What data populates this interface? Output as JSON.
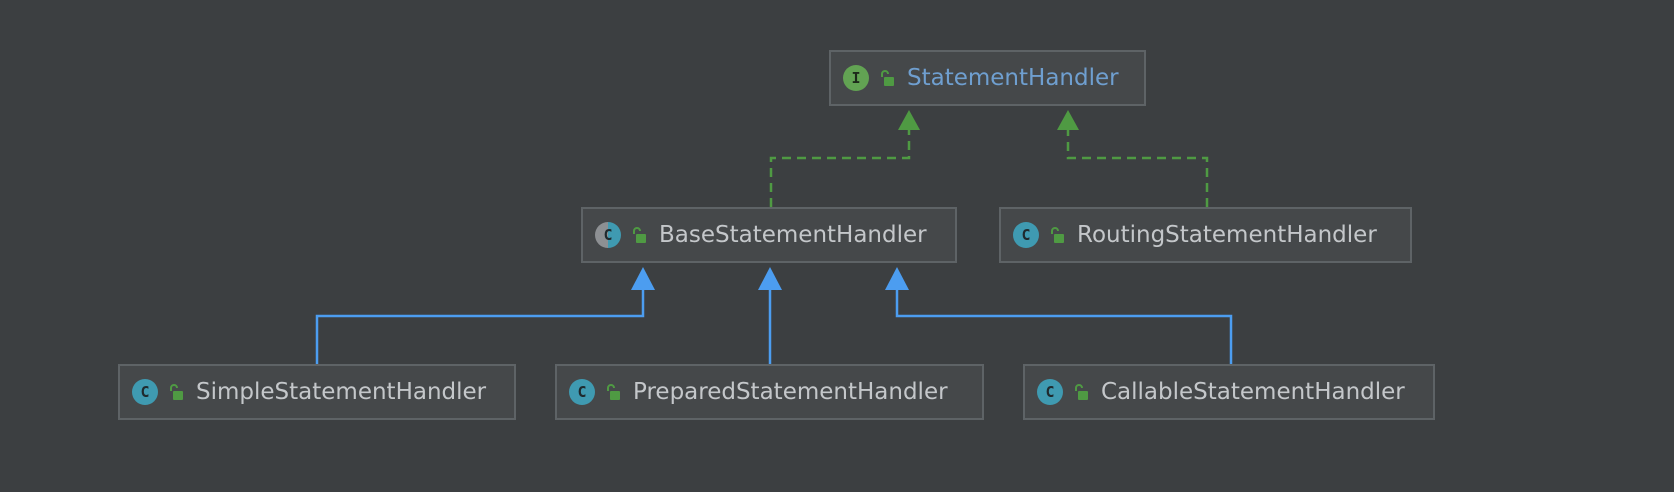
{
  "colors": {
    "background": "#3c3f41",
    "node_fill": "#45484a",
    "node_border": "#5e6366",
    "implements_edge": "#4f9a43",
    "extends_edge": "#4c9df0",
    "interface_label": "#6f9fd0",
    "class_label": "#c4c7ca"
  },
  "nodes": {
    "statement_handler": {
      "label": "StatementHandler",
      "kind_badge": "I",
      "kind": "interface"
    },
    "base_statement_handler": {
      "label": "BaseStatementHandler",
      "kind_badge": "C",
      "kind": "abstract-class"
    },
    "routing_statement_handler": {
      "label": "RoutingStatementHandler",
      "kind_badge": "C",
      "kind": "class"
    },
    "simple_statement_handler": {
      "label": "SimpleStatementHandler",
      "kind_badge": "C",
      "kind": "class"
    },
    "prepared_statement_handler": {
      "label": "PreparedStatementHandler",
      "kind_badge": "C",
      "kind": "class"
    },
    "callable_statement_handler": {
      "label": "CallableStatementHandler",
      "kind_badge": "C",
      "kind": "class"
    }
  },
  "edges": [
    {
      "from": "base_statement_handler",
      "to": "statement_handler",
      "type": "implements"
    },
    {
      "from": "routing_statement_handler",
      "to": "statement_handler",
      "type": "implements"
    },
    {
      "from": "simple_statement_handler",
      "to": "base_statement_handler",
      "type": "extends"
    },
    {
      "from": "prepared_statement_handler",
      "to": "base_statement_handler",
      "type": "extends"
    },
    {
      "from": "callable_statement_handler",
      "to": "base_statement_handler",
      "type": "extends"
    }
  ]
}
